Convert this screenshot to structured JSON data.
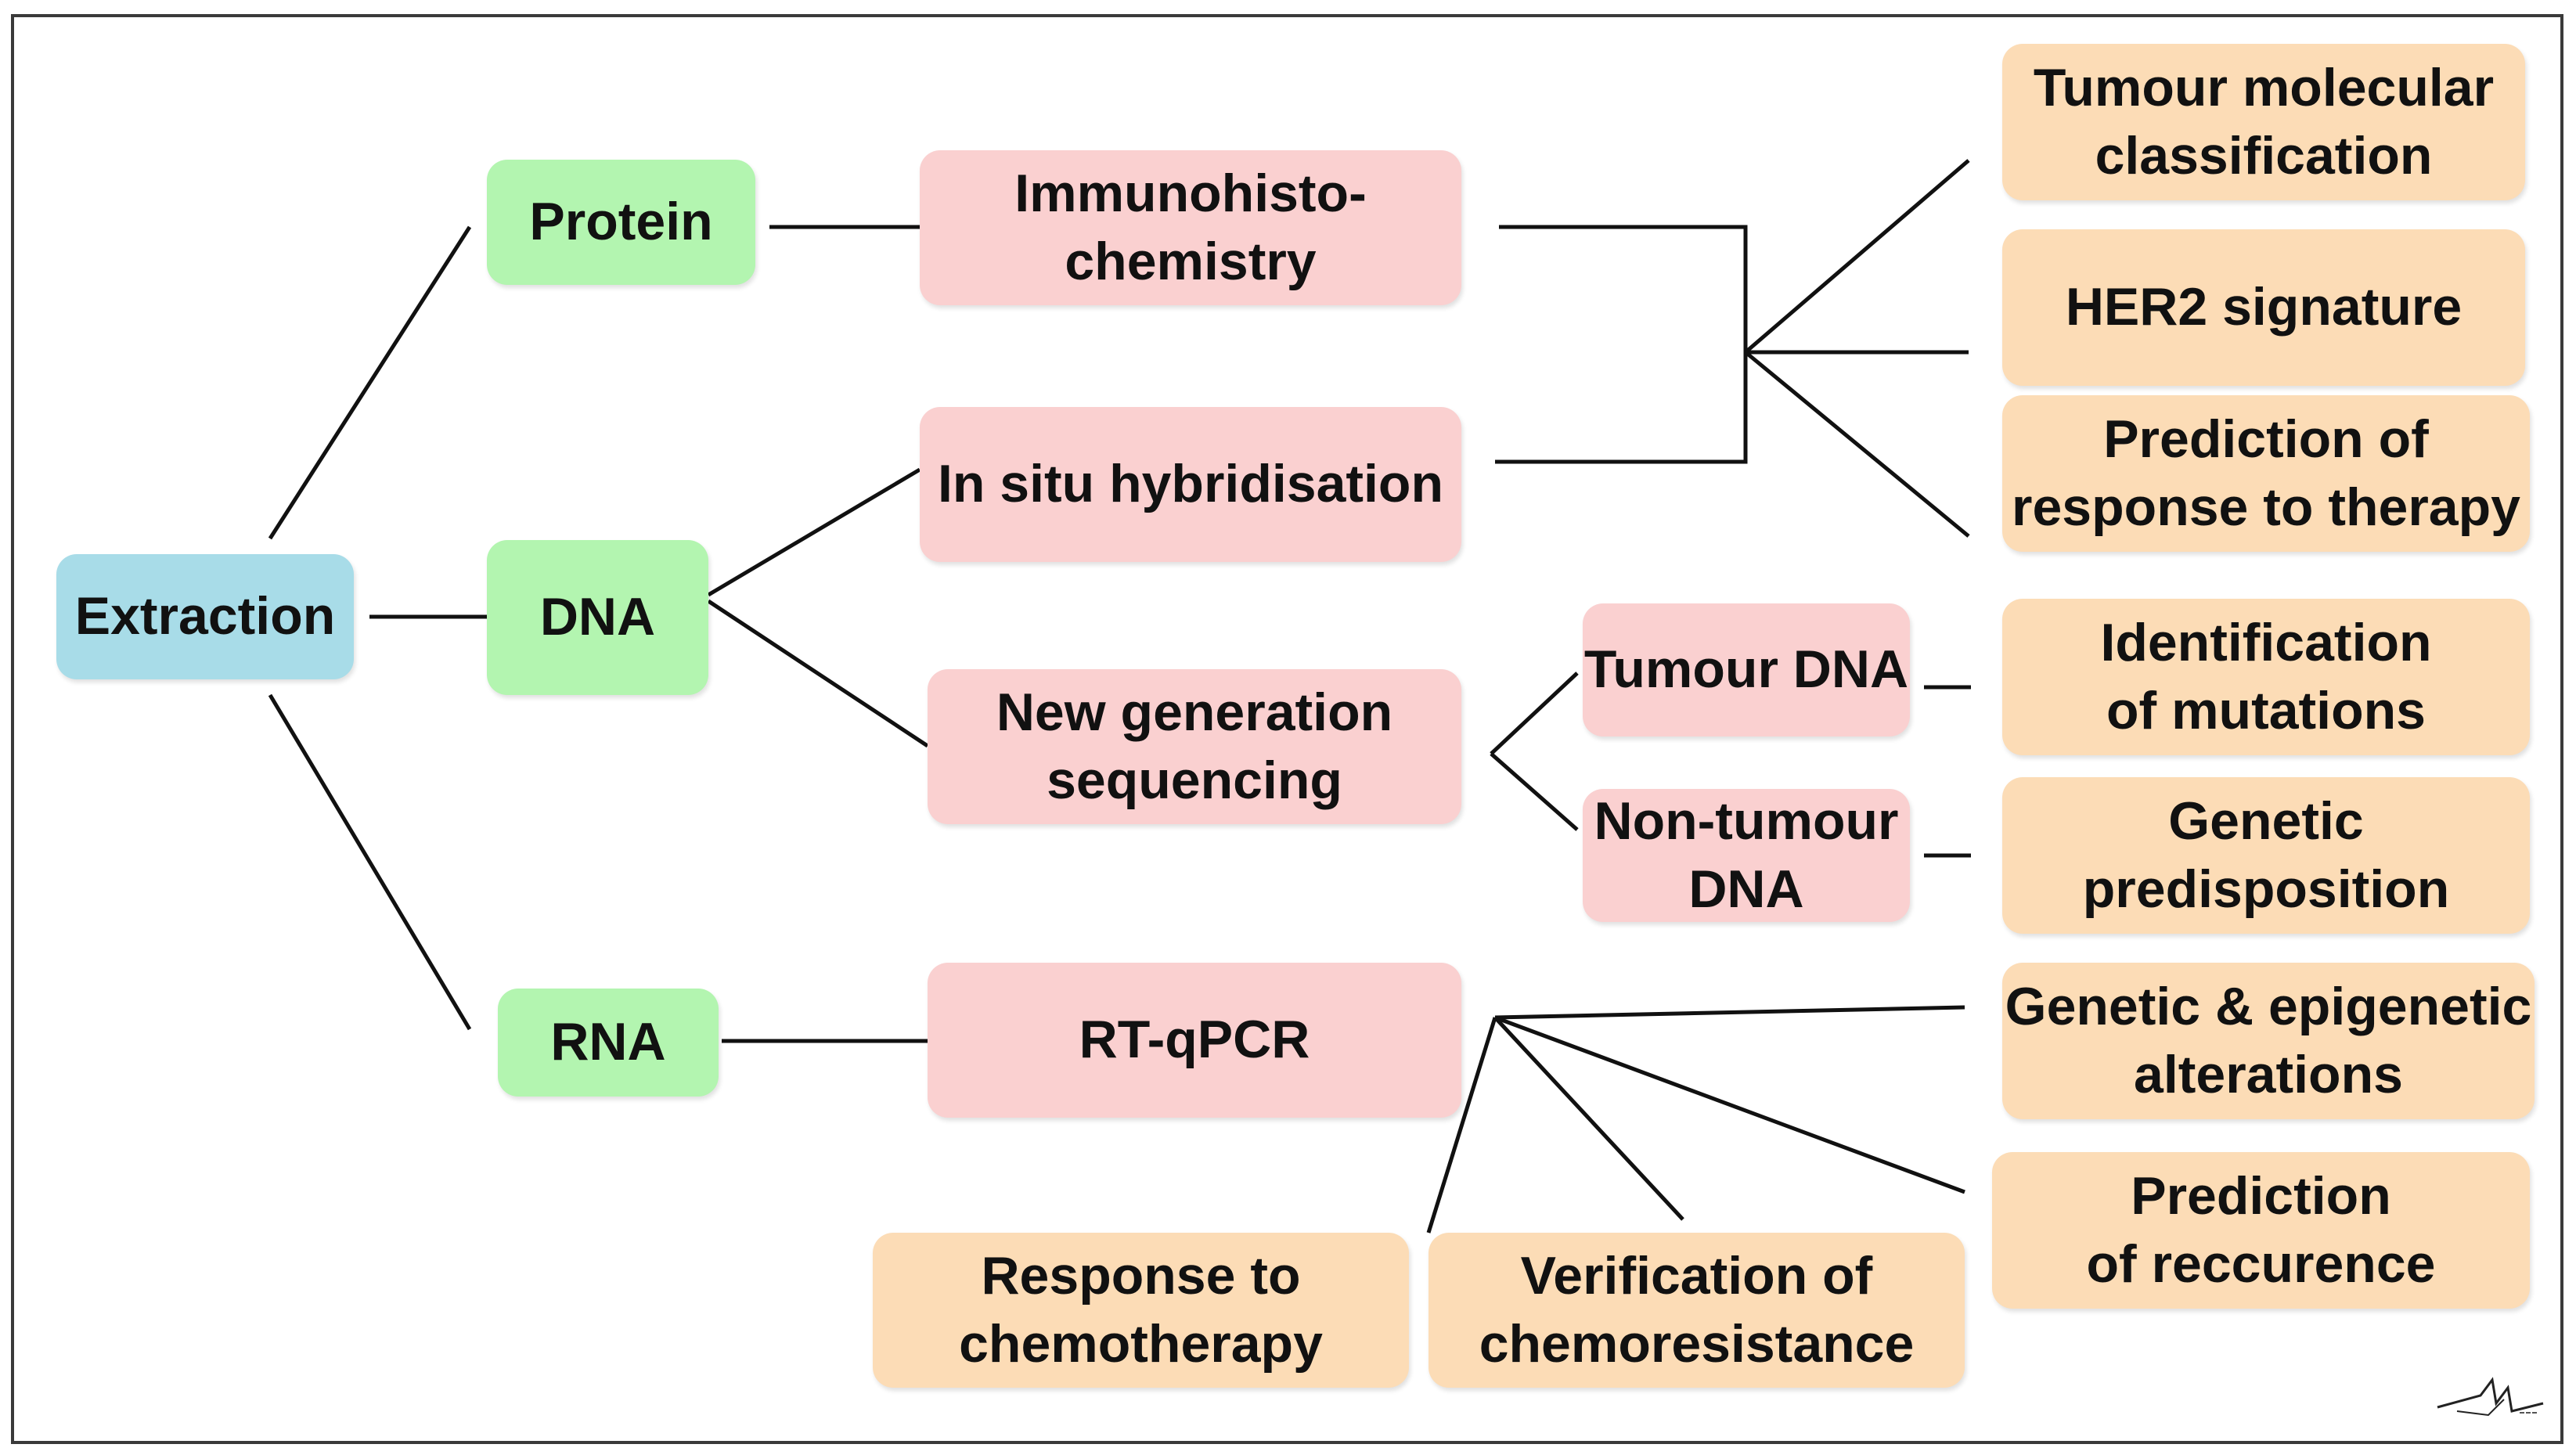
{
  "colors": {
    "root": "#a8dce8",
    "molecule": "#b3f5b0",
    "technique": "#fad0d0",
    "application": "#fcdcb6",
    "line": "#111111"
  },
  "root": {
    "label": "Extraction"
  },
  "molecules": {
    "protein": "Protein",
    "dna": "DNA",
    "rna": "RNA"
  },
  "techniques": {
    "ihc": "Immunohisto-\nchemistry",
    "ish": "In situ hybridisation",
    "ngs": "New generation\nsequencing",
    "rtqpcr": "RT-qPCR",
    "tumour_dna": "Tumour DNA",
    "non_tumour_dna": "Non-tumour\nDNA"
  },
  "applications": {
    "tumour_classification": "Tumour molecular\nclassification",
    "her2": "HER2 signature",
    "prediction_therapy": "Prediction of\nresponse to therapy",
    "mutations": "Identification\nof mutations",
    "predisposition": "Genetic\npredisposition",
    "alterations": "Genetic & epigenetic\nalterations",
    "recurrence": "Prediction\nof reccurence",
    "chemoresistance": "Verification of\nchemoresistance",
    "chemotherapy_response": "Response to\nchemotherapy"
  }
}
